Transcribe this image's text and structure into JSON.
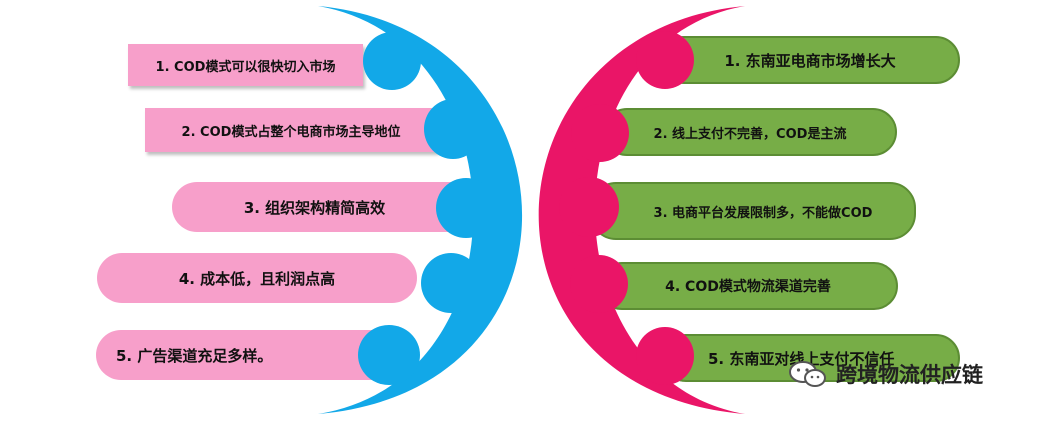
{
  "left_items": [
    {
      "label": "1. COD模式可以很快切入市场"
    },
    {
      "label": "2. COD模式占整个电商市场主导地位"
    },
    {
      "label": "3. 组织架构精简高效"
    },
    {
      "label": "4. 成本低，且利润点高"
    },
    {
      "label": "5. 广告渠道充足多样。"
    }
  ],
  "right_items": [
    {
      "label": "1. 东南亚电商市场增长大"
    },
    {
      "label": "2. 线上支付不完善，COD是主流"
    },
    {
      "label": "3. 电商平台发展限制多，不能做COD"
    },
    {
      "label": "4. COD模式物流渠道完善"
    },
    {
      "label": "5. 东南亚对线上支付不信任"
    }
  ],
  "watermark": {
    "text": "跨境物流供应链",
    "icon": "wechat-icon"
  },
  "colors": {
    "blue": "#12a8e8",
    "magenta": "#ea1567",
    "pink": "#f79fca",
    "green": "#77ad47"
  }
}
